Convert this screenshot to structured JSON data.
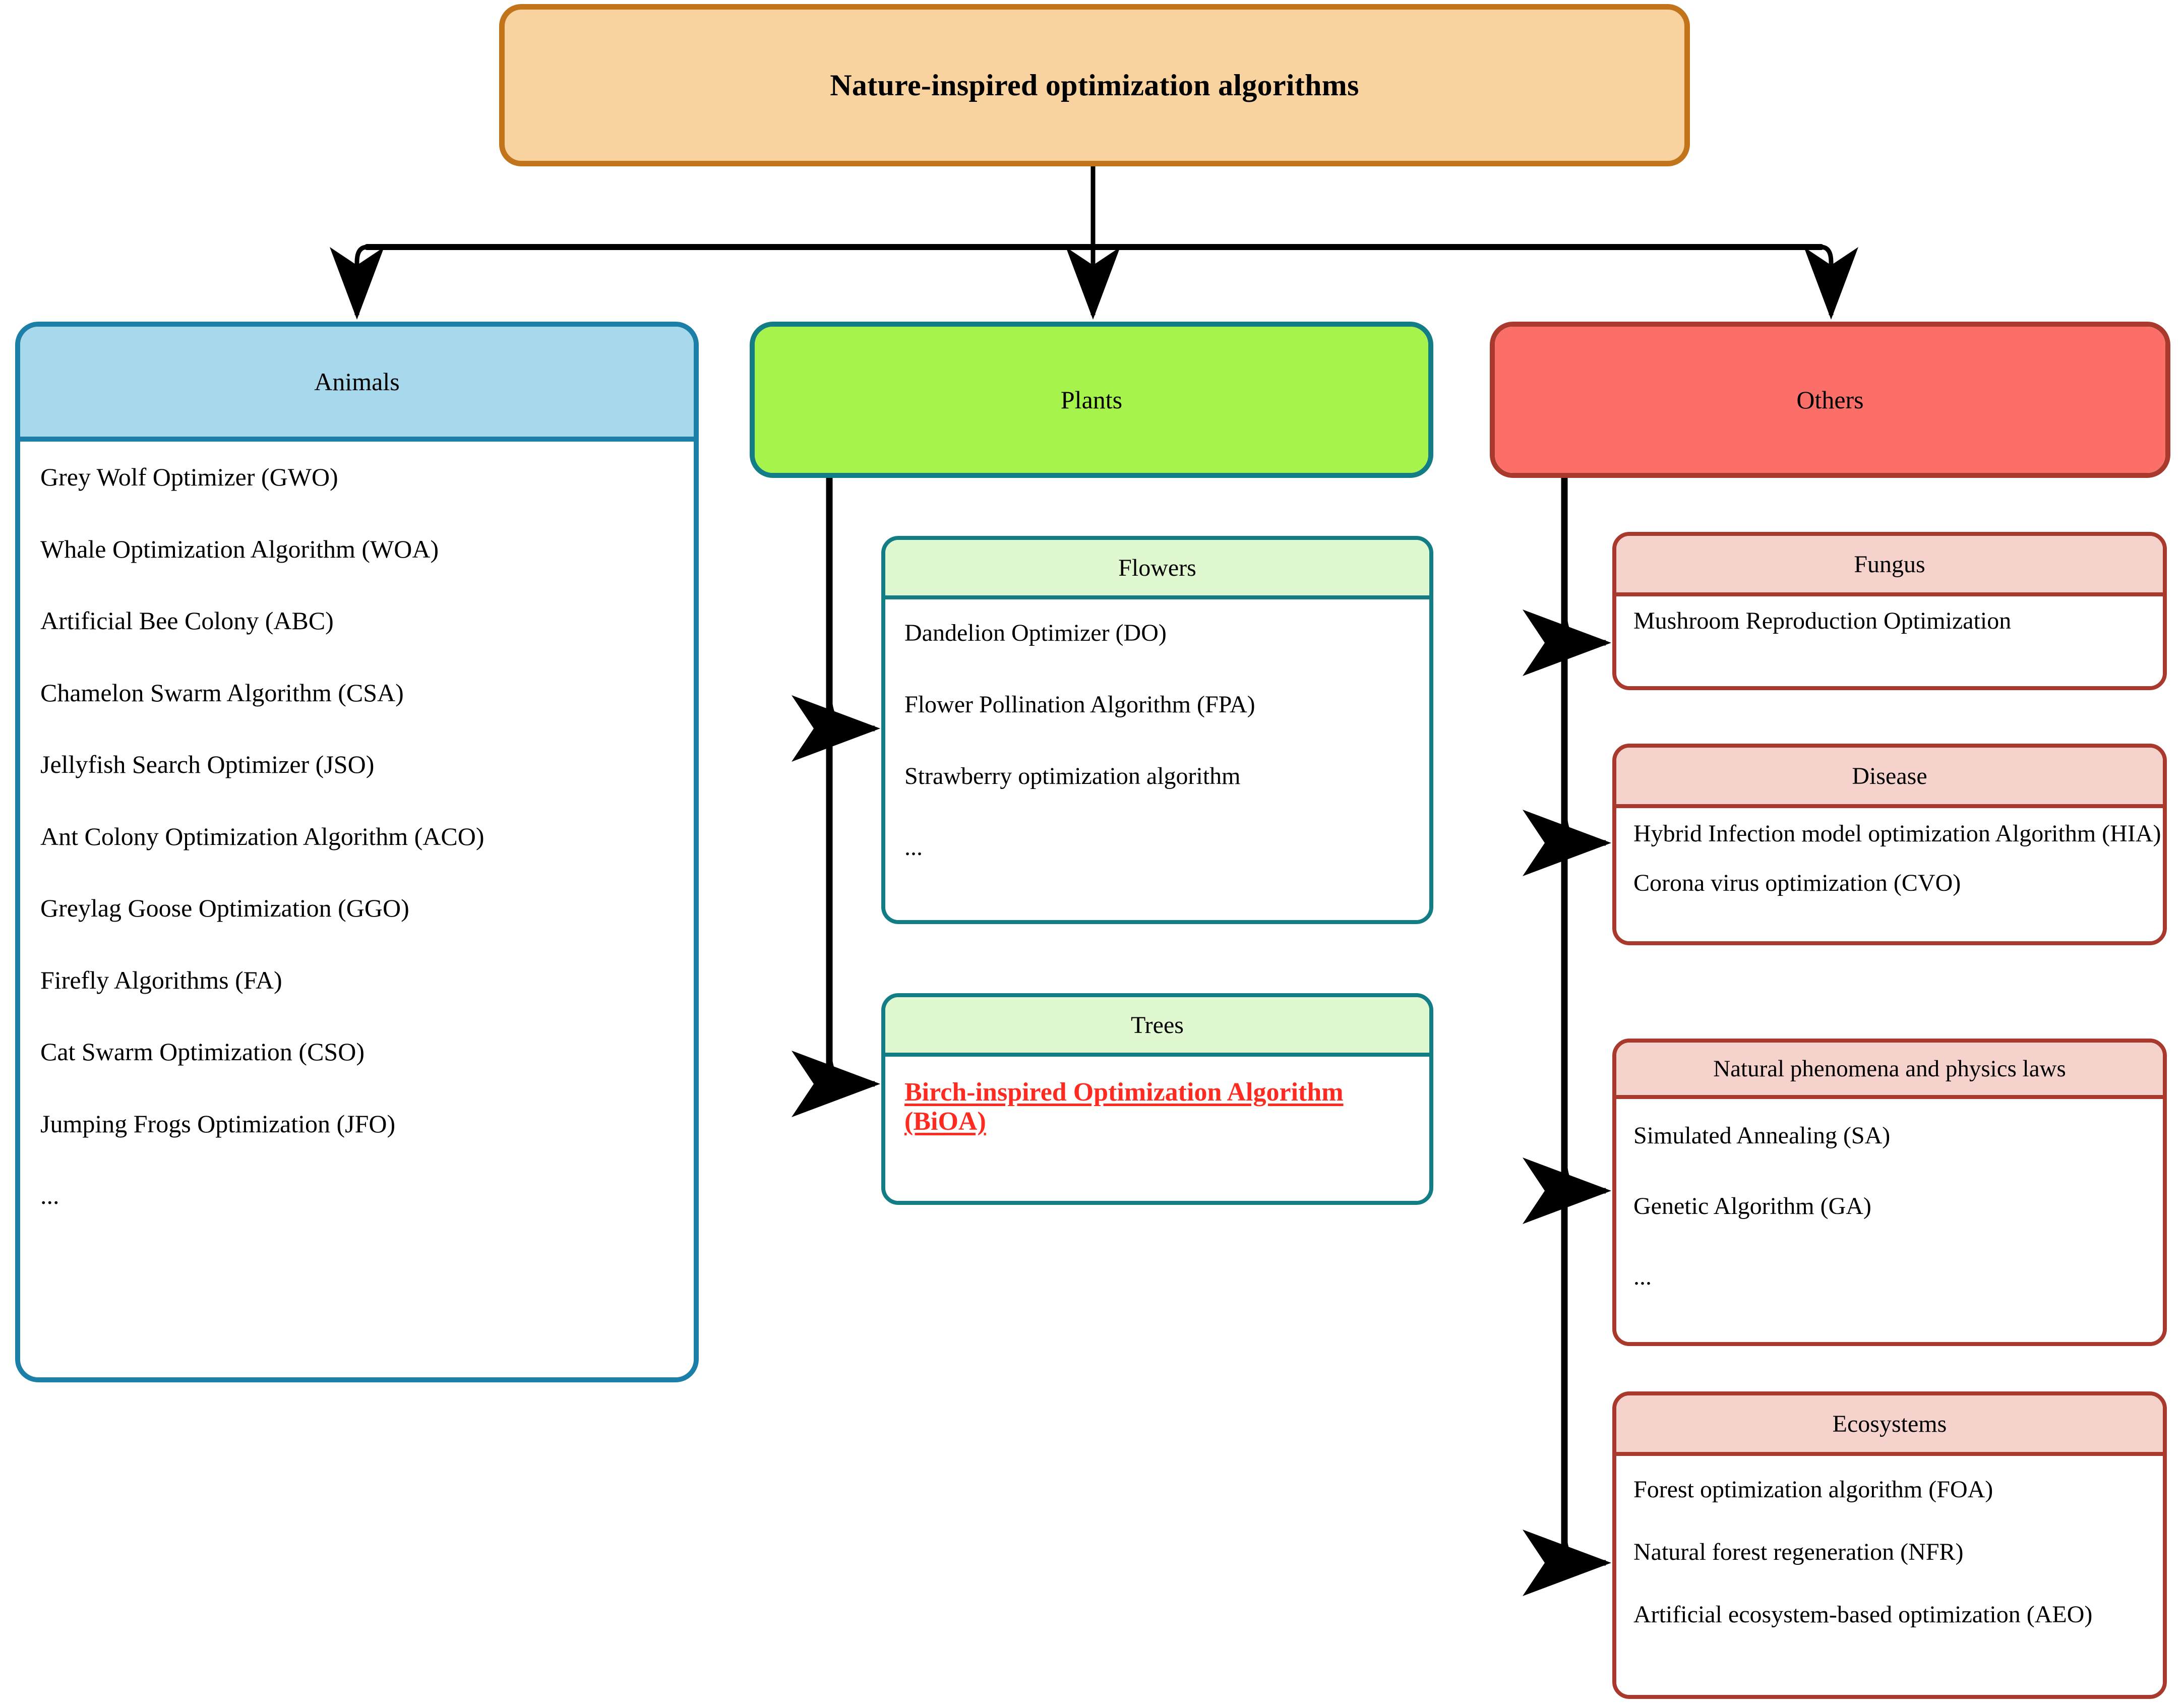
{
  "diagram": {
    "title": "Nature-inspired optimization algorithms",
    "root": {
      "label": "Nature-inspired optimization algorithms",
      "fill": "#F8D3A0",
      "stroke": "#C1741A"
    },
    "categories": [
      {
        "label": "Animals",
        "fill": "#A8D8EC",
        "stroke": "#1C7FA8",
        "items": [
          "Grey Wolf Optimizer (GWO)",
          "Whale Optimization Algorithm (WOA)",
          "Artificial Bee Colony (ABC)",
          "Chamelon Swarm Algorithm (CSA)",
          "Jellyfish Search Optimizer (JSO)",
          "Ant Colony Optimization Algorithm (ACO)",
          "Greylag Goose Optimization (GGO)",
          "Firefly Algorithms (FA)",
          "Cat Swarm Optimization (CSO)",
          "Jumping Frogs Optimization (JFO)",
          "..."
        ]
      },
      {
        "label": "Plants",
        "fill": "#A6F44B",
        "stroke": "#127D84",
        "subgroups": [
          {
            "label": "Flowers",
            "fill": "#E0F8D0",
            "stroke": "#127D84",
            "items": [
              "Dandelion Optimizer (DO)",
              "Flower Pollination Algorithm (FPA)",
              "Strawberry optimization algorithm",
              "..."
            ]
          },
          {
            "label": "Trees",
            "fill": "#E0F8D0",
            "stroke": "#127D84",
            "highlight_color": "#FF2A20",
            "items": [
              "Birch-inspired Optimization Algorithm (BiOA)"
            ]
          }
        ]
      },
      {
        "label": "Others",
        "fill": "#FB6F68",
        "stroke": "#A8392C",
        "subgroups": [
          {
            "label": "Fungus",
            "fill": "#F6D2CD",
            "stroke": "#A8392C",
            "items": [
              "Mushroom Reproduction Optimization"
            ]
          },
          {
            "label": "Disease",
            "fill": "#F6D2CD",
            "stroke": "#A8392C",
            "items": [
              "Hybrid Infection model optimization Algorithm (HIA)",
              "Corona virus optimization (CVO)"
            ]
          },
          {
            "label": "Natural phenomena and physics laws",
            "fill": "#F6D2CD",
            "stroke": "#A8392C",
            "items": [
              "Simulated Annealing (SA)",
              "Genetic Algorithm (GA)",
              "..."
            ]
          },
          {
            "label": "Ecosystems",
            "fill": "#F6D2CD",
            "stroke": "#A8392C",
            "items": [
              "Forest optimization algorithm (FOA)",
              "Natural forest regeneration (NFR)",
              "Artificial ecosystem-based optimization (AEO)"
            ]
          }
        ]
      }
    ],
    "connector_color": "#000000"
  }
}
